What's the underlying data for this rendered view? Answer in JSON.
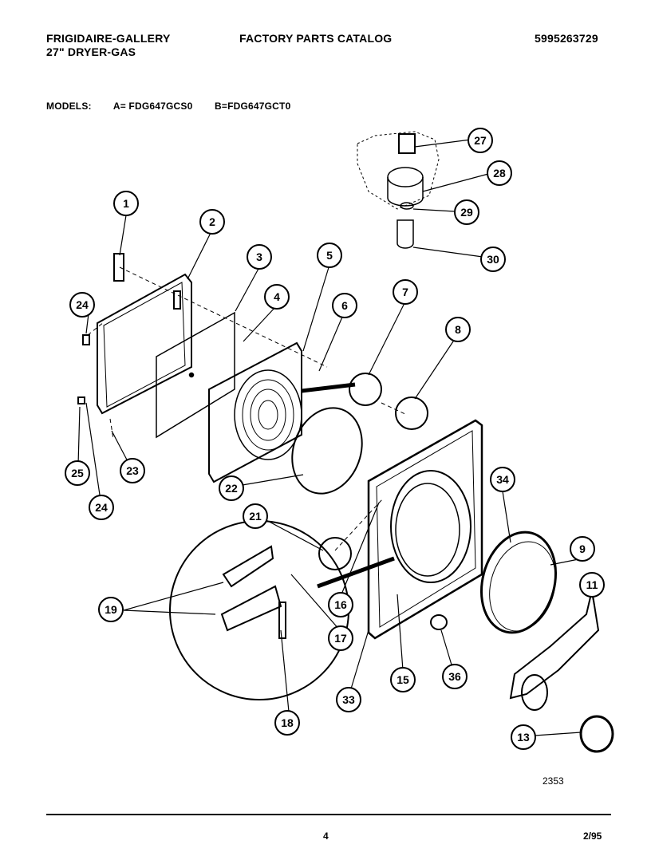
{
  "header": {
    "brand": "FRIGIDAIRE-GALLERY",
    "product": "27\" DRYER-GAS",
    "catalog": "FACTORY PARTS CATALOG",
    "part_number": "5995263729"
  },
  "models": {
    "prefix": "MODELS:",
    "a": "A= FDG647GCS0",
    "b": "B=FDG647GCT0"
  },
  "callouts": [
    "1",
    "2",
    "3",
    "4",
    "5",
    "6",
    "7",
    "8",
    "9",
    "11",
    "13",
    "15",
    "16",
    "17",
    "18",
    "19",
    "21",
    "22",
    "23",
    "24",
    "24",
    "25",
    "27",
    "28",
    "29",
    "30",
    "33",
    "34",
    "36"
  ],
  "figure_number": "2353",
  "footer": {
    "page": "4",
    "date": "2/95"
  }
}
